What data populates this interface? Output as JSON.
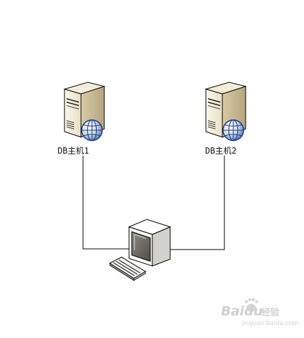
{
  "nodes": {
    "server1": {
      "label": "DB主机1",
      "icon": "database-server-icon"
    },
    "server2": {
      "label": "DB主机2",
      "icon": "database-server-icon"
    },
    "client": {
      "icon": "computer-with-keyboard-icon"
    }
  },
  "watermark": {
    "brand": "Baidu",
    "brand_suffix": "经验",
    "url": "jingyan.baidu.com"
  },
  "colors": {
    "background": "#ffffff",
    "line": "#000000",
    "server_body": "#efe7d4",
    "globe": "#3d5fa0",
    "monitor_frame": "#f7f7f4",
    "screen": "#6c6a64",
    "watermark": "#cfcfcf"
  }
}
